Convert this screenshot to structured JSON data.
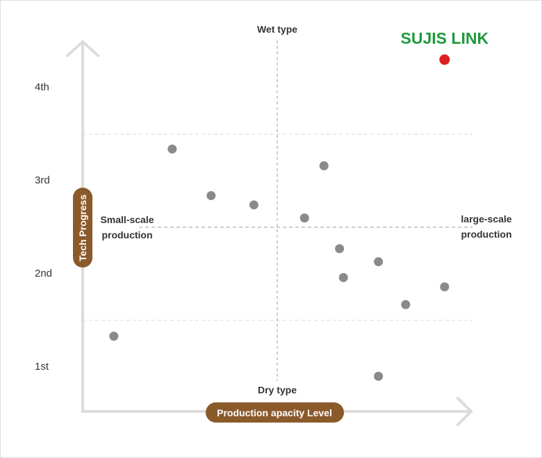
{
  "chart_data": {
    "type": "scatter",
    "xlabel": "Production apacity Level",
    "ylabel": "Tech Progress",
    "y_tick_labels": [
      "1st",
      "2nd",
      "3rd",
      "4th"
    ],
    "quadrant_labels": {
      "top": "Wet type",
      "bottom": "Dry type",
      "left_line1": "Small-scale",
      "left_line2": "production",
      "right_line1": "large-scale",
      "right_line2": "production"
    },
    "xlim": [
      0,
      10
    ],
    "ylim": [
      0.5,
      4.5
    ],
    "grid": "dashed lines at 1.5, 2.5 (midline) and 3.5; vertical midline at x=5",
    "highlight": {
      "name": "SUJIS LINK",
      "x": 9.3,
      "y": 4.3,
      "color": "#e02020",
      "label_color": "#1e9a3c"
    },
    "series": [
      {
        "color": "#8a8a8a",
        "points": [
          {
            "x": 2.3,
            "y": 3.34
          },
          {
            "x": 3.3,
            "y": 2.84
          },
          {
            "x": 4.4,
            "y": 2.74
          },
          {
            "x": 5.7,
            "y": 2.6
          },
          {
            "x": 6.2,
            "y": 3.16
          },
          {
            "x": 6.6,
            "y": 2.27
          },
          {
            "x": 6.7,
            "y": 1.96
          },
          {
            "x": 7.6,
            "y": 2.13
          },
          {
            "x": 8.3,
            "y": 1.67
          },
          {
            "x": 9.3,
            "y": 1.86
          },
          {
            "x": 0.8,
            "y": 1.33
          },
          {
            "x": 7.6,
            "y": 0.9
          }
        ]
      }
    ]
  },
  "colors": {
    "axis": "#dcdcdc",
    "grid": "#bdbdbd",
    "pill": "#8b5a2b",
    "point": "#8a8a8a"
  }
}
